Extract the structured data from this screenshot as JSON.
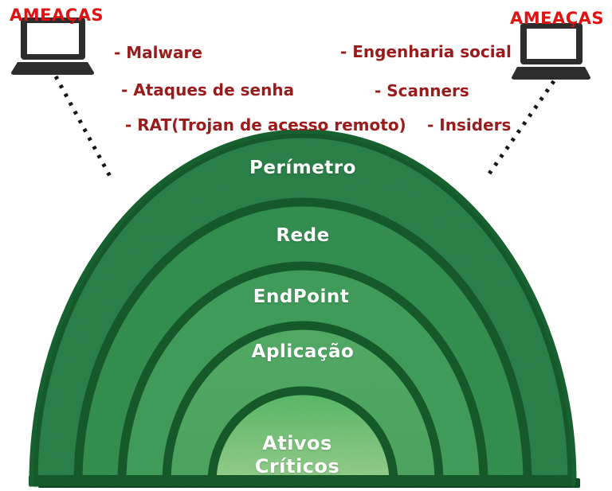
{
  "threat_sources": {
    "left_label": "AMEAÇAS",
    "right_label": "AMEAÇAS"
  },
  "threats": {
    "left": [
      "- Malware",
      "- Ataques de senha",
      "- RAT(Trojan de acesso remoto)"
    ],
    "right": [
      "- Engenharia social",
      "- Scanners",
      "- Insiders"
    ]
  },
  "layers": [
    {
      "label": "Perímetro"
    },
    {
      "label": "Rede"
    },
    {
      "label": "EndPoint"
    },
    {
      "label": "Aplicação"
    },
    {
      "label": "Ativos Críticos"
    }
  ],
  "icons": {
    "left": "laptop-icon",
    "right": "laptop-icon"
  },
  "colors": {
    "threat_title_red": "#e01212",
    "threat_text_red": "#9a1b1b",
    "layer_border_green": "#17612f",
    "layer_fills": [
      "#2e8a4e",
      "#389957",
      "#46a861",
      "#57b56b",
      "#8fd389"
    ],
    "baseline_green": "#17612f",
    "label_white": "#ffffff",
    "laptop_dark": "#2d2d2d",
    "dotted_line_black": "#161616",
    "background_white": "#ffffff"
  }
}
